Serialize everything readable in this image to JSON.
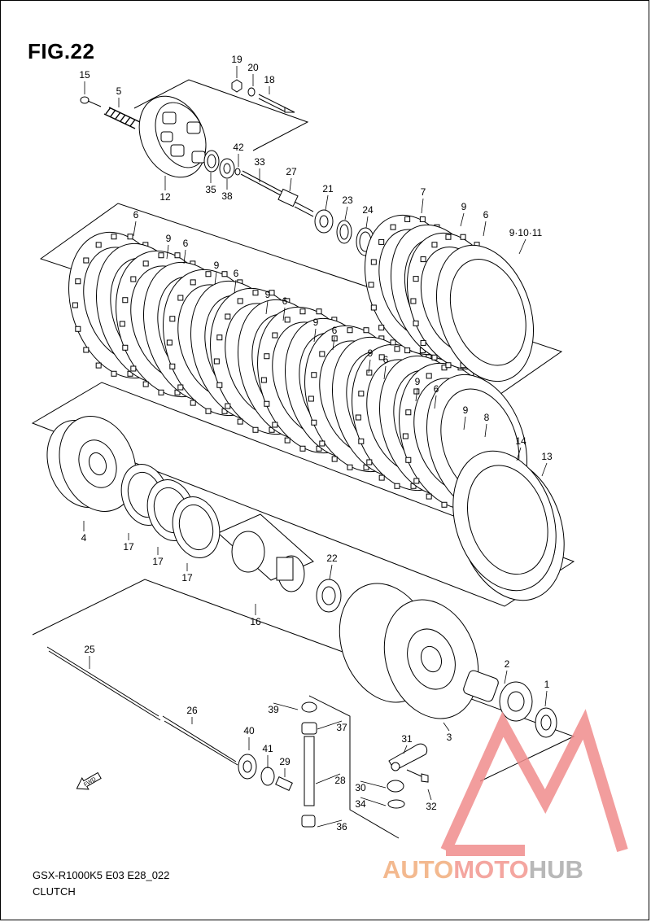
{
  "figure": {
    "title": "FIG.22",
    "model_code": "GSX-R1000K5 E03 E28_022",
    "section": "CLUTCH"
  },
  "fwd_label": "FWD",
  "watermark": {
    "part1": "AUTO",
    "part2": "MOTO",
    "part3": "HUB",
    "colors": {
      "auto": "#f3b98f",
      "moto": "#f4a6a0",
      "hub": "#b8b8b8",
      "logo": "#f08c8c"
    }
  },
  "callouts": {
    "c1": "1",
    "c2": "2",
    "c3": "3",
    "c4": "4",
    "c5": "5",
    "c6a": "6",
    "c6b": "6",
    "c6c": "6",
    "c6d": "6",
    "c6e": "6",
    "c6f": "6",
    "c6g": "6",
    "c6h": "6",
    "c7": "7",
    "c8": "8",
    "c9a": "9",
    "c9b": "9",
    "c9c": "9",
    "c9d": "9",
    "c9e": "9",
    "c9f": "9",
    "c9g": "9",
    "c9h": "9",
    "c91011": "9·10·11",
    "c12": "12",
    "c13": "13",
    "c14": "14",
    "c15": "15",
    "c16": "16",
    "c17a": "17",
    "c17b": "17",
    "c17c": "17",
    "c18": "18",
    "c19": "19",
    "c20": "20",
    "c21": "21",
    "c22": "22",
    "c23": "23",
    "c24": "24",
    "c25": "25",
    "c26": "26",
    "c27": "27",
    "c28": "28",
    "c29": "29",
    "c30": "30",
    "c31": "31",
    "c32": "32",
    "c33": "33",
    "c34": "34",
    "c35": "35",
    "c36": "36",
    "c37": "37",
    "c38": "38",
    "c39": "39",
    "c40": "40",
    "c41": "41",
    "c42": "42"
  }
}
